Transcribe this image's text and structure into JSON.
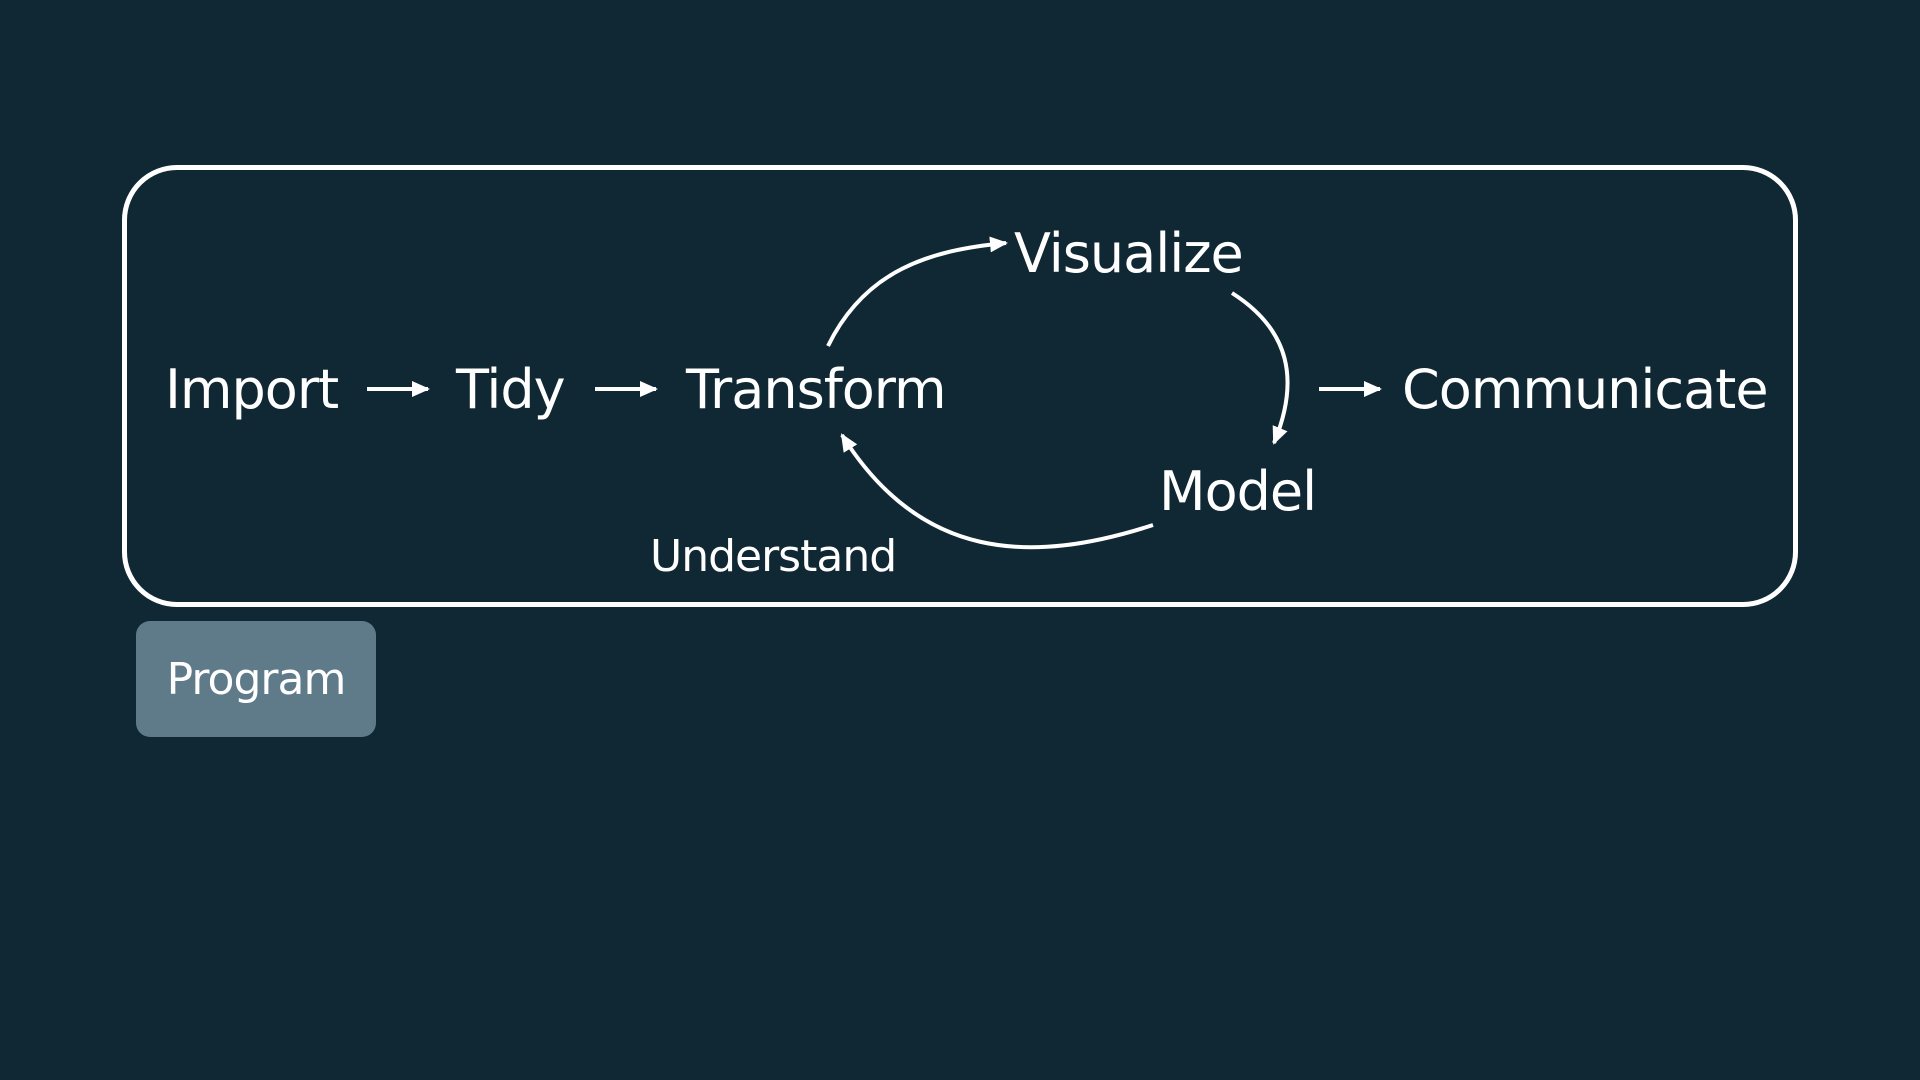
{
  "diagram": {
    "nodes": {
      "import": "Import",
      "tidy": "Tidy",
      "transform": "Transform",
      "visualize": "Visualize",
      "model": "Model",
      "communicate": "Communicate"
    },
    "understand_label": "Understand",
    "program_label": "Program"
  },
  "colors": {
    "background": "#0f2834",
    "foreground": "#ffffff",
    "program_box": "#5f7b8a"
  }
}
